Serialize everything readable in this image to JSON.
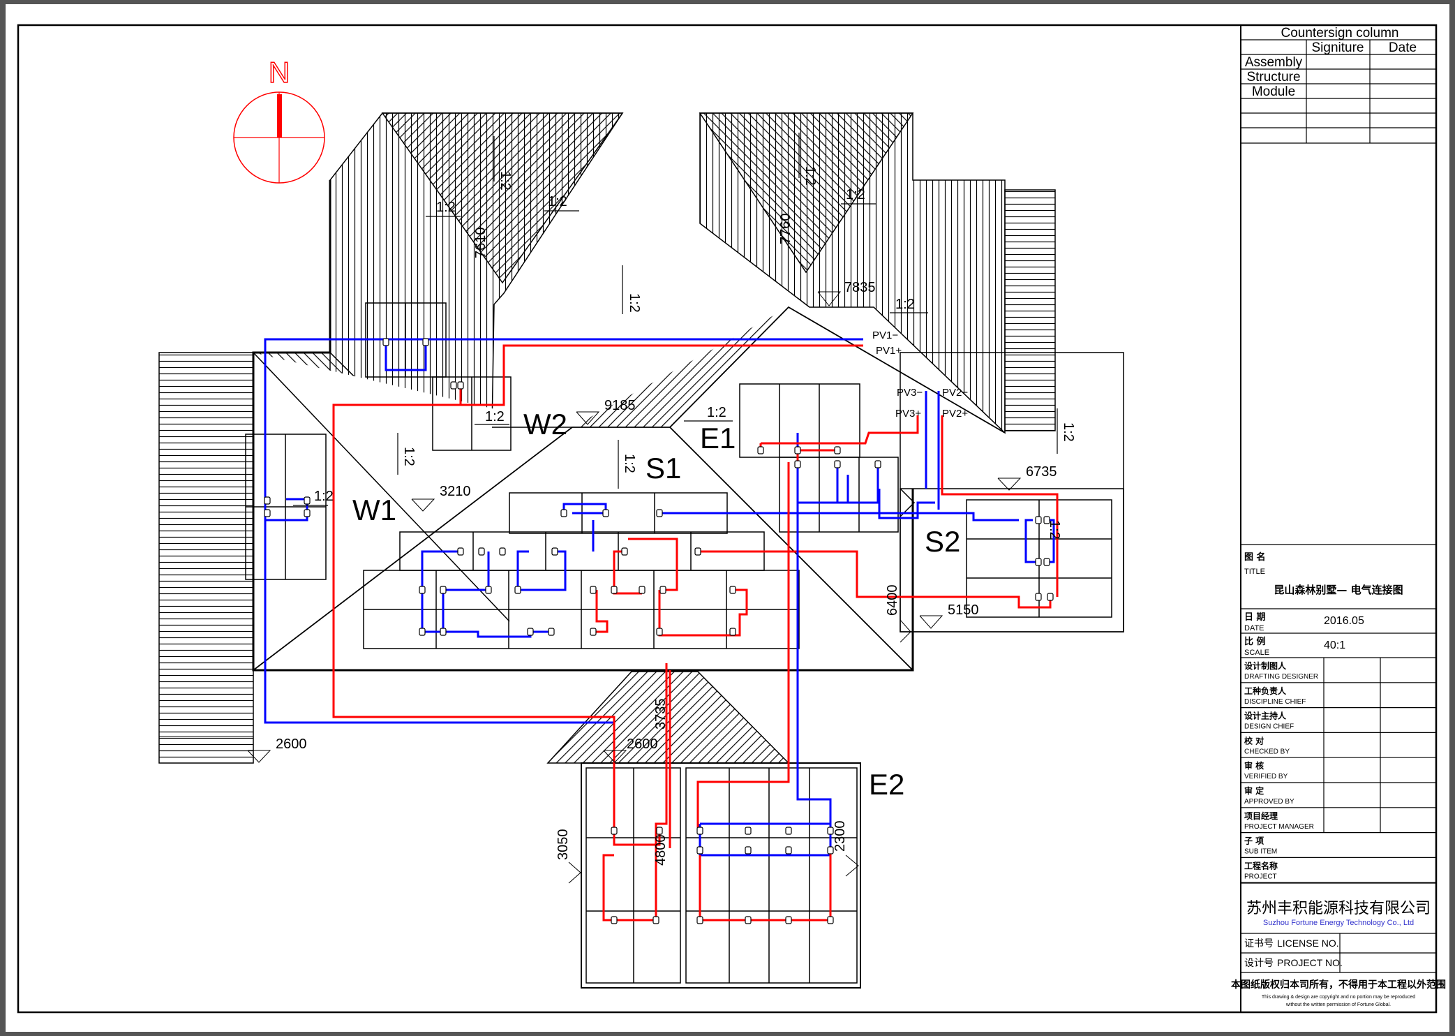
{
  "colors": {
    "pv_positive": "#ff0000",
    "pv_negative": "#0000ff",
    "north_arrow": "#ff0000",
    "company": "#3333cc"
  },
  "north_arrow": {
    "label": "N"
  },
  "roof_sections": {
    "w1": "W1",
    "w2": "W2",
    "s1": "S1",
    "s2": "S2",
    "e1": "E1",
    "e2": "E2"
  },
  "slopes": {
    "s12": "1:2"
  },
  "dimensions": {
    "d7610": "7610",
    "d7760": "7760",
    "d7835": "7835",
    "d9185": "9185",
    "d3210": "3210",
    "d6735": "6735",
    "d6400": "6400",
    "d5150": "5150",
    "d2600a": "2600",
    "d2600b": "2600",
    "d3735": "3735",
    "d3050": "3050",
    "d4800": "4800",
    "d2300": "2300"
  },
  "pv_labels": {
    "pv1n": "PV1−",
    "pv1p": "PV1+",
    "pv3n": "PV3−",
    "pv2n": "PV2−",
    "pv3p": "PV3+",
    "pv2p": "PV2+"
  },
  "title_block": {
    "countersign": {
      "title": "Countersign column",
      "signature": "Signiture",
      "date": "Date",
      "rows": [
        "Assembly",
        "Structure",
        "Module"
      ]
    },
    "title_cn": "图 名",
    "title_en": "TITLE",
    "drawing_title": "昆山森林别墅— 电气连接图",
    "date_cn": "日 期",
    "date_en": "DATE",
    "date_value": "2016.05",
    "scale_cn": "比 例",
    "scale_en": "SCALE",
    "scale_value": "40:1",
    "roles": [
      {
        "cn": "设计制图人",
        "en": "DRAFTING DESIGNER"
      },
      {
        "cn": "工种负责人",
        "en": "DISCIPLINE CHIEF"
      },
      {
        "cn": "设计主持人",
        "en": "DESIGN CHIEF"
      },
      {
        "cn": "校 对",
        "en": "CHECKED BY"
      },
      {
        "cn": "审 核",
        "en": "VERIFIED BY"
      },
      {
        "cn": "审 定",
        "en": "APPROVED BY"
      },
      {
        "cn": "项目经理",
        "en": "PROJECT MANAGER"
      },
      {
        "cn": "子 项",
        "en": "SUB ITEM"
      },
      {
        "cn": "工程名称",
        "en": "PROJECT"
      }
    ],
    "company_cn": "苏州丰积能源科技有限公司",
    "company_en": "Suzhou Fortune Energy Technology Co., Ltd",
    "license_cn": "证书号",
    "license_en": "LICENSE NO.",
    "project_no_cn": "设计号",
    "project_no_en": "PROJECT NO.",
    "copyright_cn": "本图纸版权归本司所有，不得用于本工程以外范围",
    "copyright_en1": "This drawing & design are copyright and no portion may be reproduced",
    "copyright_en2": "without the written permission of Fortune Global."
  }
}
